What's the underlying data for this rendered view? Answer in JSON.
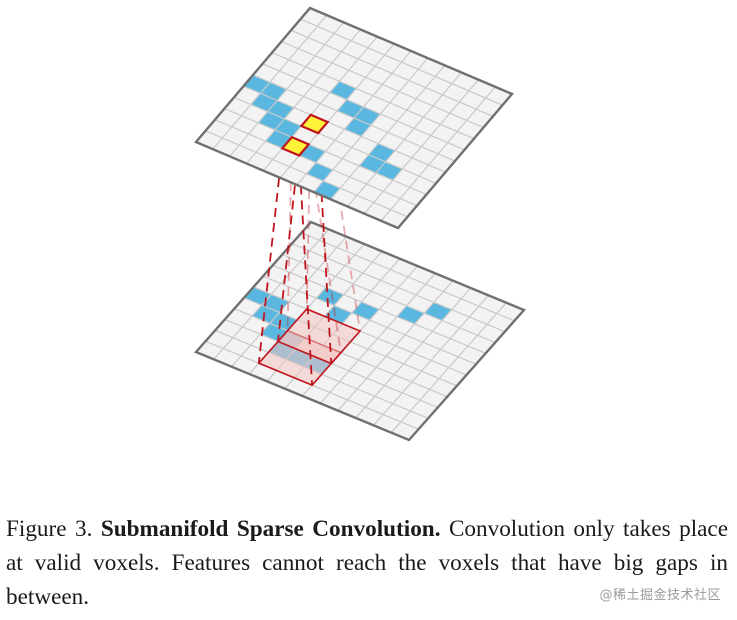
{
  "caption": {
    "label": "Figure 3.",
    "title": "Submanifold Sparse Convolution.",
    "body": "Convolution only takes place at valid voxels. Features cannot reach the voxels that have big gaps in between."
  },
  "watermark": "@稀土掘金技术社区",
  "colors": {
    "grid_fill": "#f3f3f3",
    "grid_line": "#c9c9c9",
    "grid_border": "#707070",
    "active_voxel": "#5ab8e0",
    "output_voxel": "#fff23a",
    "kernel_line": "#c0141d",
    "kernel_fill": "#f3c3c0"
  },
  "grids": {
    "size": 12,
    "top_active": [
      [
        2,
        3
      ],
      [
        2,
        4
      ],
      [
        2,
        5
      ],
      [
        1,
        6
      ],
      [
        0,
        7
      ],
      [
        3,
        3
      ],
      [
        3,
        2
      ],
      [
        4,
        1
      ],
      [
        4,
        2
      ],
      [
        5,
        0
      ],
      [
        5,
        1
      ],
      [
        3,
        8
      ],
      [
        3,
        9
      ],
      [
        4,
        8
      ],
      [
        5,
        6
      ],
      [
        6,
        5
      ],
      [
        6,
        6
      ],
      [
        7,
        4
      ]
    ],
    "top_output": [
      [
        2,
        4
      ],
      [
        4,
        4
      ]
    ],
    "bottom_active": [
      [
        2,
        3
      ],
      [
        2,
        4
      ],
      [
        2,
        5
      ],
      [
        3,
        3
      ],
      [
        3,
        2
      ],
      [
        4,
        1
      ],
      [
        4,
        2
      ],
      [
        5,
        0
      ],
      [
        5,
        1
      ],
      [
        6,
        4
      ],
      [
        7,
        5
      ],
      [
        8,
        7
      ],
      [
        9,
        8
      ],
      [
        7,
        3
      ]
    ],
    "bottom_kernels": [
      [
        1,
        3
      ],
      [
        3,
        3
      ]
    ]
  }
}
